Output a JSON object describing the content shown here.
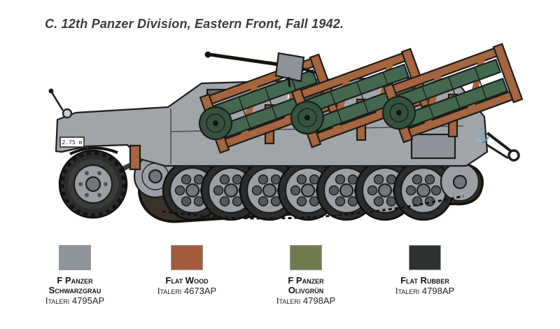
{
  "title": "C. 12th Panzer Division, Eastern Front, Fall 1942.",
  "illustration": {
    "subject": "sdkfz-251-halftrack-with-wurfrahmen-rocket-frames",
    "plate_text": "2.75 m",
    "anchor_glyph": "⚓",
    "colors": {
      "hull": "#a0a5aa",
      "hull2": "#8d9398",
      "wood": "#a5653e",
      "green": "#44684f",
      "greendark": "#35523f",
      "tire": "#2c2c2c",
      "wheel": "#9aa0a5",
      "hub": "#70767b",
      "track": "#3b332a",
      "outline": "#1d1d1b",
      "emblem": "#c9a23c"
    }
  },
  "palette": [
    {
      "name_lines": [
        "F Panzer",
        "Schwarzgrau"
      ],
      "code": "Italeri 4795AP",
      "color": "#8d949c"
    },
    {
      "name_lines": [
        "Flat Wood",
        ""
      ],
      "code": "Italeri 4673AP",
      "color": "#a35c3b"
    },
    {
      "name_lines": [
        "F Panzer",
        "Olivgrün"
      ],
      "code": "Italeri 4798AP",
      "color": "#6f7b4c"
    },
    {
      "name_lines": [
        "Flat Rubber",
        ""
      ],
      "code": "Italeri 4798AP",
      "color": "#2e322e"
    }
  ]
}
